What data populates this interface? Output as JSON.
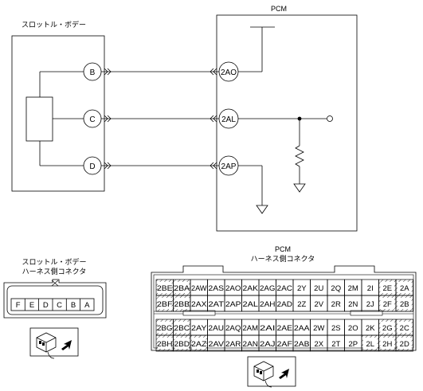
{
  "schematic": {
    "throttle_body_label": "スロットル・ボデー",
    "pcm_label": "PCM",
    "throttle_pins": [
      "B",
      "C",
      "D"
    ],
    "pcm_pins": [
      "2AO",
      "2AL",
      "2AP"
    ]
  },
  "throttle_connector": {
    "title_line1": "スロットル・ボデー",
    "title_line2": "ハーネス側コネクタ",
    "pins": [
      "F",
      "E",
      "D",
      "C",
      "B",
      "A"
    ]
  },
  "pcm_connector": {
    "title_line1": "PCM",
    "title_line2": "ハーネス側コネクタ",
    "rows": [
      [
        "2BE",
        "2BA",
        "2AW",
        "2AS",
        "2AO",
        "2AK",
        "2AG",
        "2AC",
        "2Y",
        "2U",
        "2Q",
        "2M",
        "2I",
        "2E",
        "2A"
      ],
      [
        "2BF",
        "2BB",
        "2AX",
        "2AT",
        "2AP",
        "2AL",
        "2AH",
        "2AD",
        "2Z",
        "2V",
        "2R",
        "2N",
        "2J",
        "2F",
        "2B"
      ],
      [
        "2BG",
        "2BC",
        "2AY",
        "2AU",
        "2AQ",
        "2AM",
        "2AI",
        "2AE",
        "2AA",
        "2W",
        "2S",
        "2O",
        "2K",
        "2G",
        "2C"
      ],
      [
        "2BH",
        "2BD",
        "2AZ",
        "2AV",
        "2AR",
        "2AN",
        "2AJ",
        "2AF",
        "2AB",
        "2X",
        "2T",
        "2P",
        "2L",
        "2H",
        "2D"
      ]
    ]
  }
}
